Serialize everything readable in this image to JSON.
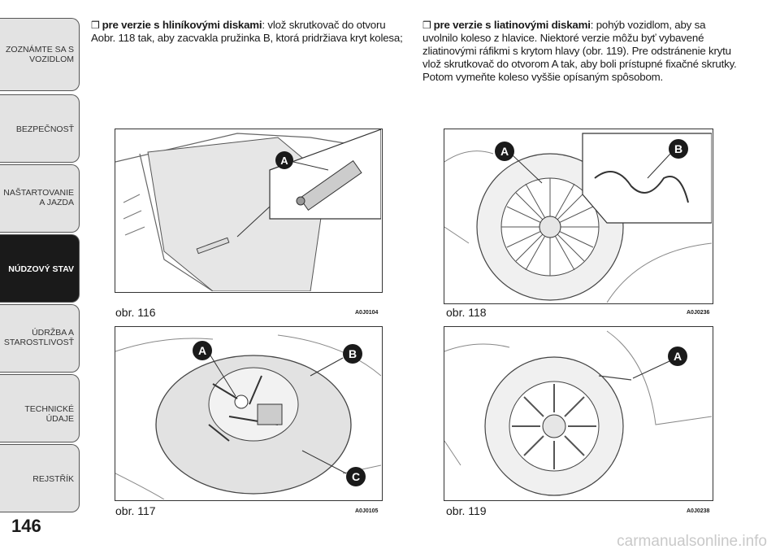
{
  "sidebar": {
    "tabs": [
      {
        "label": "ZOZNÁMTE SA S VOZIDLOM",
        "active": false
      },
      {
        "label": "BEZPEČNOSŤ",
        "active": false
      },
      {
        "label": "NAŠTARTOVANIE A JAZDA",
        "active": false
      },
      {
        "label": "NÚDZOVÝ STAV",
        "active": true
      },
      {
        "label": "ÚDRŽBA A STAROSTLIVOSŤ",
        "active": false
      },
      {
        "label": "TECHNICKÉ ÚDAJE",
        "active": false
      },
      {
        "label": "REJSTŘÍK",
        "active": false
      }
    ]
  },
  "page_number": "146",
  "left_text": {
    "bold": "pre verzie s hliníkovými diskami",
    "rest": ": vlož skrutkovač do otvoru Aobr. 118 tak, aby zacvakla pružinka B, ktorá pridržiava kryt kolesa;"
  },
  "right_text": {
    "bold": "pre verzie s liatinovými diskami",
    "rest": ": pohýb vozidlom, aby sa uvolnilo koleso z hlavice. Niektoré verzie môžu byť vybavené zliatinovými ráfikmi s krytom hlavy (obr. 119). Pre odstránenie krytu vlož skrutkovač do otvorom A tak, aby boli prístupné fixačné skrutky. Potom vymeňte koleso vyššie opísaným spôsobom."
  },
  "figures": [
    {
      "caption": "obr. 116",
      "code": "A0J0104",
      "labels": [
        "A"
      ]
    },
    {
      "caption": "obr. 117",
      "code": "A0J0105",
      "labels": [
        "A",
        "B",
        "C"
      ]
    },
    {
      "caption": "obr. 118",
      "code": "A0J0236",
      "labels": [
        "A",
        "B"
      ]
    },
    {
      "caption": "obr. 119",
      "code": "A0J0238",
      "labels": [
        "A"
      ]
    }
  ],
  "watermark": "carmanualsonline.info",
  "colors": {
    "tab_bg": "#e3e3e3",
    "tab_active": "#1a1a1a",
    "callout": "#1a1a1a"
  }
}
